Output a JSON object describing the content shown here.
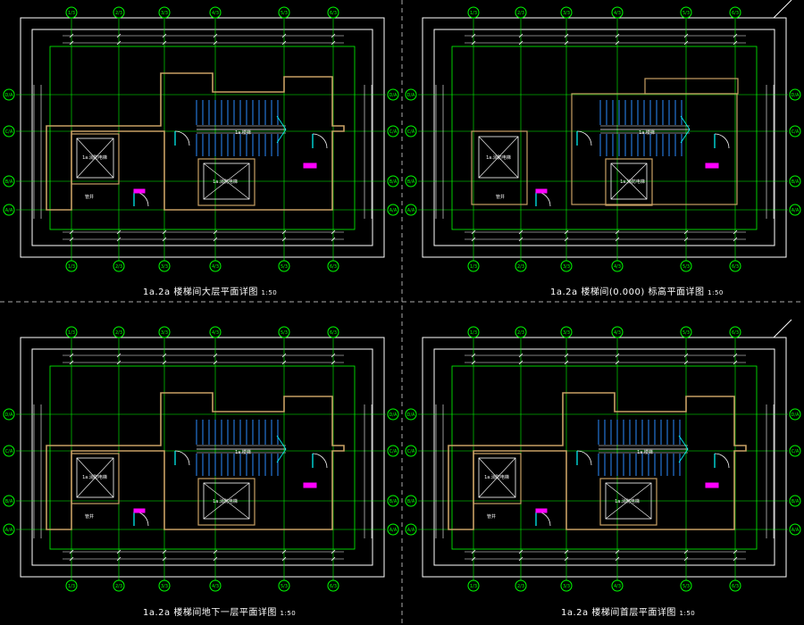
{
  "colors": {
    "background": "#000000",
    "frame": "#ffffff",
    "axis": "#00ff00",
    "wall": "#c8a064",
    "stair": "#2a8cff",
    "text": "#ffffff",
    "tag": "#ff00ff",
    "accent": "#00ffff",
    "divider": "#aaaaaa"
  },
  "viewport_titles": [
    {
      "title": "1a.2a 楼梯间大层平面详图",
      "scale": "1:50"
    },
    {
      "title": "1a.2a 楼梯间(0.000) 标高平面详图",
      "scale": "1:50"
    },
    {
      "title": "1a.2a 楼梯间地下一层平面详图",
      "scale": "1:50"
    },
    {
      "title": "1a.2a 楼梯间首层平面详图",
      "scale": "1:50"
    }
  ],
  "grid_labels": {
    "top": [
      "1/3",
      "2/3",
      "3/3",
      "4/3",
      "5/3",
      "6/3"
    ],
    "side": [
      "D/A",
      "C/A",
      "B/A",
      "A/A"
    ]
  },
  "room_labels": {
    "elevator": "1a.消防电梯",
    "stair": "1a.楼梯",
    "shaft": "管井"
  }
}
